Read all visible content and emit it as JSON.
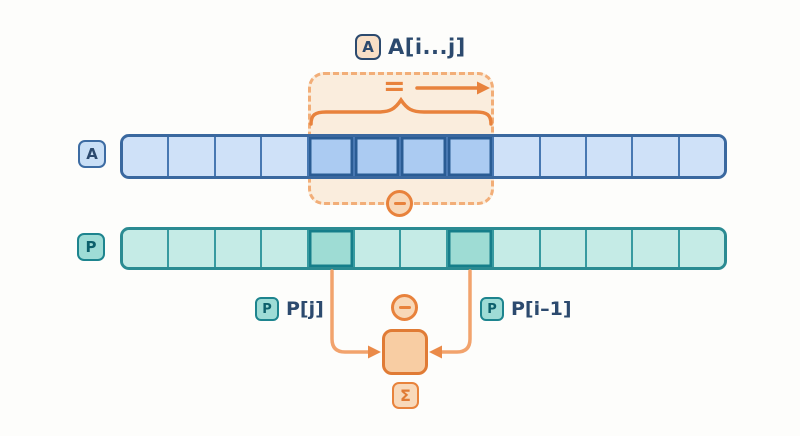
{
  "title": {
    "badge_letter": "A",
    "text": "A[i...j]"
  },
  "operators": {
    "equals": "=",
    "minus": "−",
    "sigma": "Σ"
  },
  "array_a": {
    "badge_letter": "A",
    "cell_count": 13,
    "highlighted": [
      4,
      5,
      6,
      7
    ]
  },
  "array_p": {
    "badge_letter": "P",
    "cell_count": 13,
    "highlighted": [
      4,
      7
    ]
  },
  "labels": {
    "p_j": {
      "badge_letter": "P",
      "text": "P[j]"
    },
    "p_i_minus_1": {
      "badge_letter": "P",
      "text": "P[i–1]"
    }
  },
  "colors": {
    "background": "#fdfdfb",
    "accent_orange": "#e8823c",
    "orange_fill_light": "#f8d8b8",
    "dashed_region_fill": "#fbe9d9",
    "blue_border": "#3a689f",
    "blue_cell_fill": "#cfe1f8",
    "blue_cell_highlight": "#abcbf2",
    "blue_highlight_border": "#2a5c94",
    "teal_border": "#2b8b92",
    "teal_cell_fill": "#c5ebe6",
    "teal_cell_highlight": "#9edcd4",
    "teal_highlight_border": "#157e8a",
    "navy_text": "#2c4a6e"
  }
}
